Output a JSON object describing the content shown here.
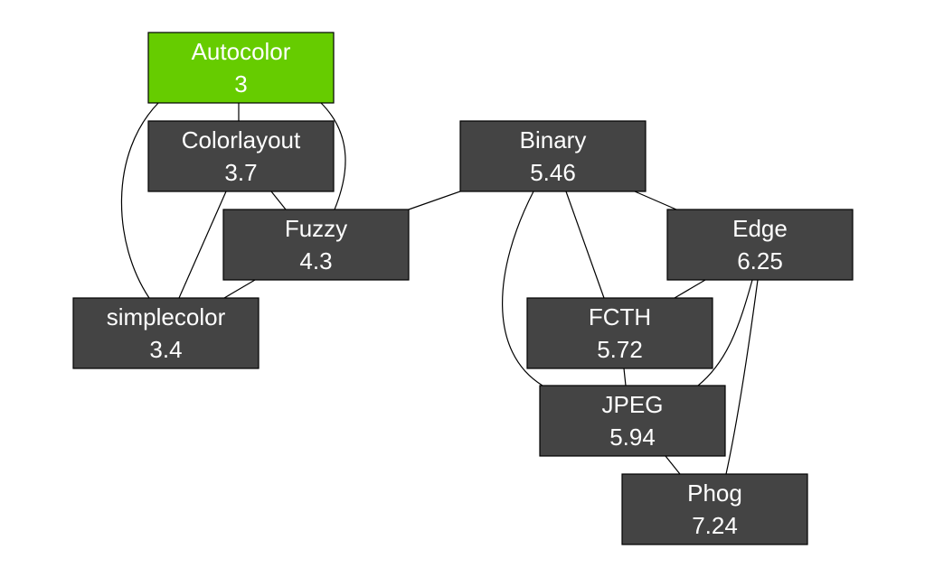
{
  "diagram": {
    "colors": {
      "node_fill": "#444444",
      "highlight_fill": "#66cc00",
      "edge": "#000000",
      "text": "#ffffff"
    },
    "nodes": [
      {
        "id": "autocolor",
        "name": "Autocolor",
        "value": "3",
        "highlight": true
      },
      {
        "id": "colorlayout",
        "name": "Colorlayout",
        "value": "3.7",
        "highlight": false
      },
      {
        "id": "fuzzy",
        "name": "Fuzzy",
        "value": "4.3",
        "highlight": false
      },
      {
        "id": "simplecolor",
        "name": "simplecolor",
        "value": "3.4",
        "highlight": false
      },
      {
        "id": "binary",
        "name": "Binary",
        "value": "5.46",
        "highlight": false
      },
      {
        "id": "edge",
        "name": "Edge",
        "value": "6.25",
        "highlight": false
      },
      {
        "id": "fcth",
        "name": "FCTH",
        "value": "5.72",
        "highlight": false
      },
      {
        "id": "jpeg",
        "name": "JPEG",
        "value": "5.94",
        "highlight": false
      },
      {
        "id": "phog",
        "name": "Phog",
        "value": "7.24",
        "highlight": false
      }
    ],
    "edges": [
      {
        "from": "autocolor",
        "to": "colorlayout"
      },
      {
        "from": "autocolor",
        "to": "simplecolor"
      },
      {
        "from": "autocolor",
        "to": "fuzzy"
      },
      {
        "from": "colorlayout",
        "to": "fuzzy"
      },
      {
        "from": "colorlayout",
        "to": "simplecolor"
      },
      {
        "from": "fuzzy",
        "to": "simplecolor"
      },
      {
        "from": "fuzzy",
        "to": "binary"
      },
      {
        "from": "binary",
        "to": "edge"
      },
      {
        "from": "binary",
        "to": "fcth"
      },
      {
        "from": "binary",
        "to": "jpeg"
      },
      {
        "from": "edge",
        "to": "fcth"
      },
      {
        "from": "edge",
        "to": "jpeg"
      },
      {
        "from": "edge",
        "to": "phog"
      },
      {
        "from": "fcth",
        "to": "jpeg"
      },
      {
        "from": "jpeg",
        "to": "phog"
      }
    ]
  }
}
